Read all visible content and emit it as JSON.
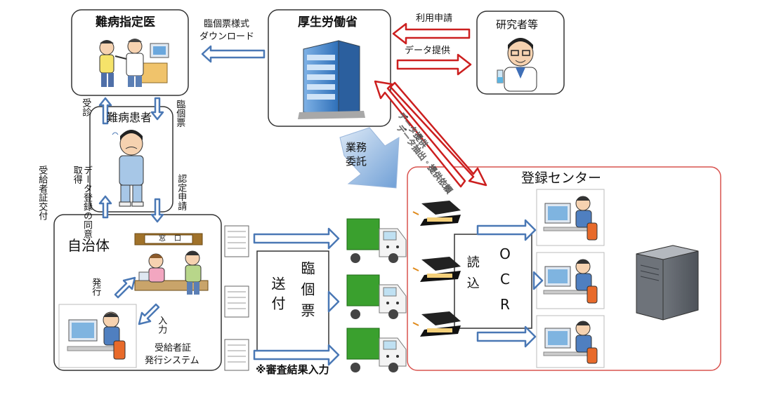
{
  "nodes": {
    "doctor": "難病指定医",
    "ministry": "厚生労働省",
    "researcher": "研究者等",
    "patient": "難病患者",
    "municipality": "自治体",
    "center": "登録センター"
  },
  "labels": {
    "download": [
      "臨個票様式",
      "ダウンロード"
    ],
    "usage_request": "利用申請",
    "data_provide_researcher": "データ提供",
    "extract_request": "データ抽出・提供依頼",
    "data_provide_center": "データ提供",
    "outsourcing": "業務委託",
    "consult": "受診",
    "clinical_form": "臨個票",
    "cert_apply": "認定申請",
    "data_consent": "データ登録の同意取得",
    "issue_card": "受給者証交付",
    "counter": "窓口",
    "issue": "発行",
    "input": "入力",
    "system": [
      "受給者証",
      "発行システム"
    ],
    "send": "送付",
    "form_vertical": "臨個票",
    "read": "読込",
    "ocr": "OCR",
    "review_input": "※審査結果入力"
  },
  "colors": {
    "blue_arrow": "#4a78b5",
    "red_arrow": "#cc1f1f",
    "center_border": "#d9534f",
    "truck_green": "#3aa02e"
  }
}
